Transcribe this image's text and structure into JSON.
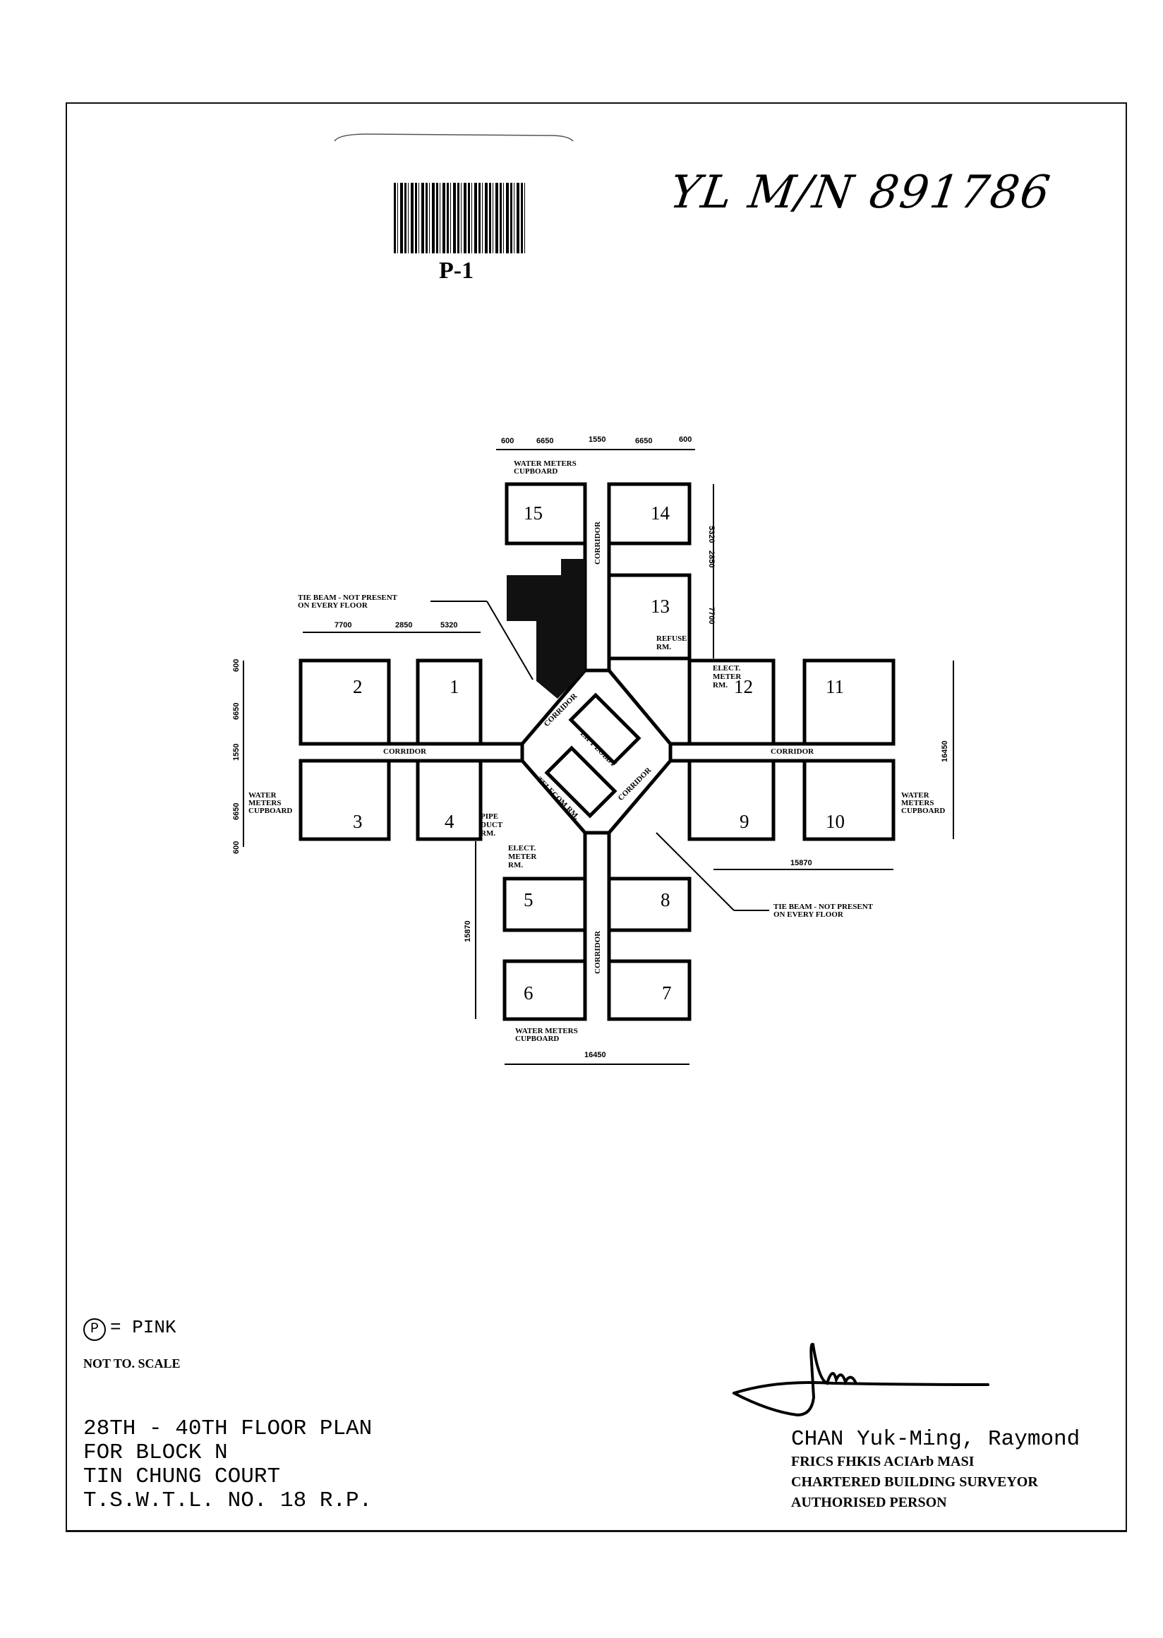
{
  "header": {
    "barcode_label": "P-1",
    "handwritten_ref": "YL M/N 891786"
  },
  "plan": {
    "units": [
      "1",
      "2",
      "3",
      "4",
      "5",
      "6",
      "7",
      "8",
      "9",
      "10",
      "11",
      "12",
      "13",
      "14",
      "15"
    ],
    "corridor": "CORRIDOR",
    "lift_lobby": "LIFT LOBBY",
    "telecom": "TELECOM RM.",
    "refuse": [
      "REFUSE",
      "RM."
    ],
    "elect_meter": [
      "ELECT.",
      "METER",
      "RM."
    ],
    "pipe_duct": [
      "PIPE",
      "DUCT",
      "RM."
    ],
    "water_meters": [
      "WATER METERS",
      "CUPBOARD"
    ],
    "water_meters_stacked": [
      "WATER",
      "METERS",
      "CUPBOARD"
    ],
    "tie_beam": [
      "TIE BEAM - NOT PRESENT",
      "ON EVERY FLOOR"
    ],
    "dims_top": [
      "600",
      "6650",
      "1550",
      "6650",
      "600"
    ],
    "dims_right_top": [
      "5320",
      "2850",
      "7700"
    ],
    "dims_left_top": [
      "7700",
      "2850",
      "5320"
    ],
    "dims_left": [
      "600",
      "6650",
      "1550",
      "6650",
      "600"
    ],
    "dim_right_overall": "16450",
    "dim_right_bottom": "15870",
    "dim_bottom_left": "15870",
    "dim_bottom": "16450"
  },
  "legend": {
    "symbol": "P",
    "text": "= PINK",
    "scale_note": "NOT TO. SCALE"
  },
  "title_block": {
    "lines": [
      "28TH - 40TH FLOOR PLAN",
      "FOR BLOCK N",
      "TIN CHUNG COURT",
      "T.S.W.T.L. NO. 18 R.P."
    ]
  },
  "authorised_person": {
    "signature": "Yuk",
    "name": "CHAN Yuk-Ming, Raymond",
    "qualifications": "FRICS FHKIS ACIArb MASI",
    "role1": "CHARTERED BUILDING SURVEYOR",
    "role2": "AUTHORISED PERSON"
  }
}
